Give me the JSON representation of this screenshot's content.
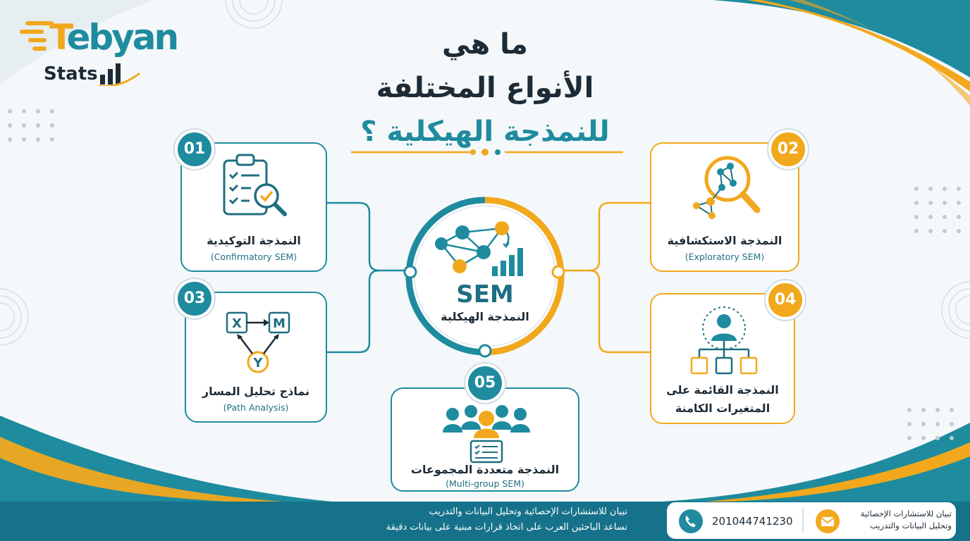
{
  "logo": {
    "main_accent": "T",
    "main_rest": "ebyan",
    "sub": "Stats"
  },
  "title": {
    "line1": "ما هي",
    "line2": "الأنواع المختلفة",
    "line3": "للنمذجة الهيكلية ؟"
  },
  "center": {
    "abbr": "SEM",
    "label": "النمذجة الهيكلية"
  },
  "cards": [
    {
      "num": "01",
      "label": "النمذجة التوكيدية",
      "sub": "(Confirmatory SEM)"
    },
    {
      "num": "02",
      "label": "النمذجة الاستكشافية",
      "sub": "(Exploratory SEM)"
    },
    {
      "num": "03",
      "label": "نماذج تحليل المسار",
      "sub": "(Path Analysis)"
    },
    {
      "num": "04",
      "label_line1": "النمذجة القائمة على",
      "label_line2": "المتغيرات الكامنة"
    },
    {
      "num": "05",
      "label": "النمذجة متعددة المجموعات",
      "sub": "(Multi-group SEM)"
    }
  ],
  "path_diagram": {
    "x": "X",
    "m": "M",
    "y": "Y"
  },
  "footer": {
    "line1": "تبيان للاستشارات الإحصائية وتحليل البيانات والتدريب",
    "line2": "نساعد الباحثين العرب على اتخاذ قرارات مبنية على بيانات دقيقة",
    "phone": "201044741230",
    "org_line1": "تبيان للاستشارات الإحصائية",
    "org_line2": "وتحليل البيانات والتدريب"
  },
  "colors": {
    "teal": "#1e8b9f",
    "orange": "#f2a81d",
    "dark": "#1d2b36"
  }
}
